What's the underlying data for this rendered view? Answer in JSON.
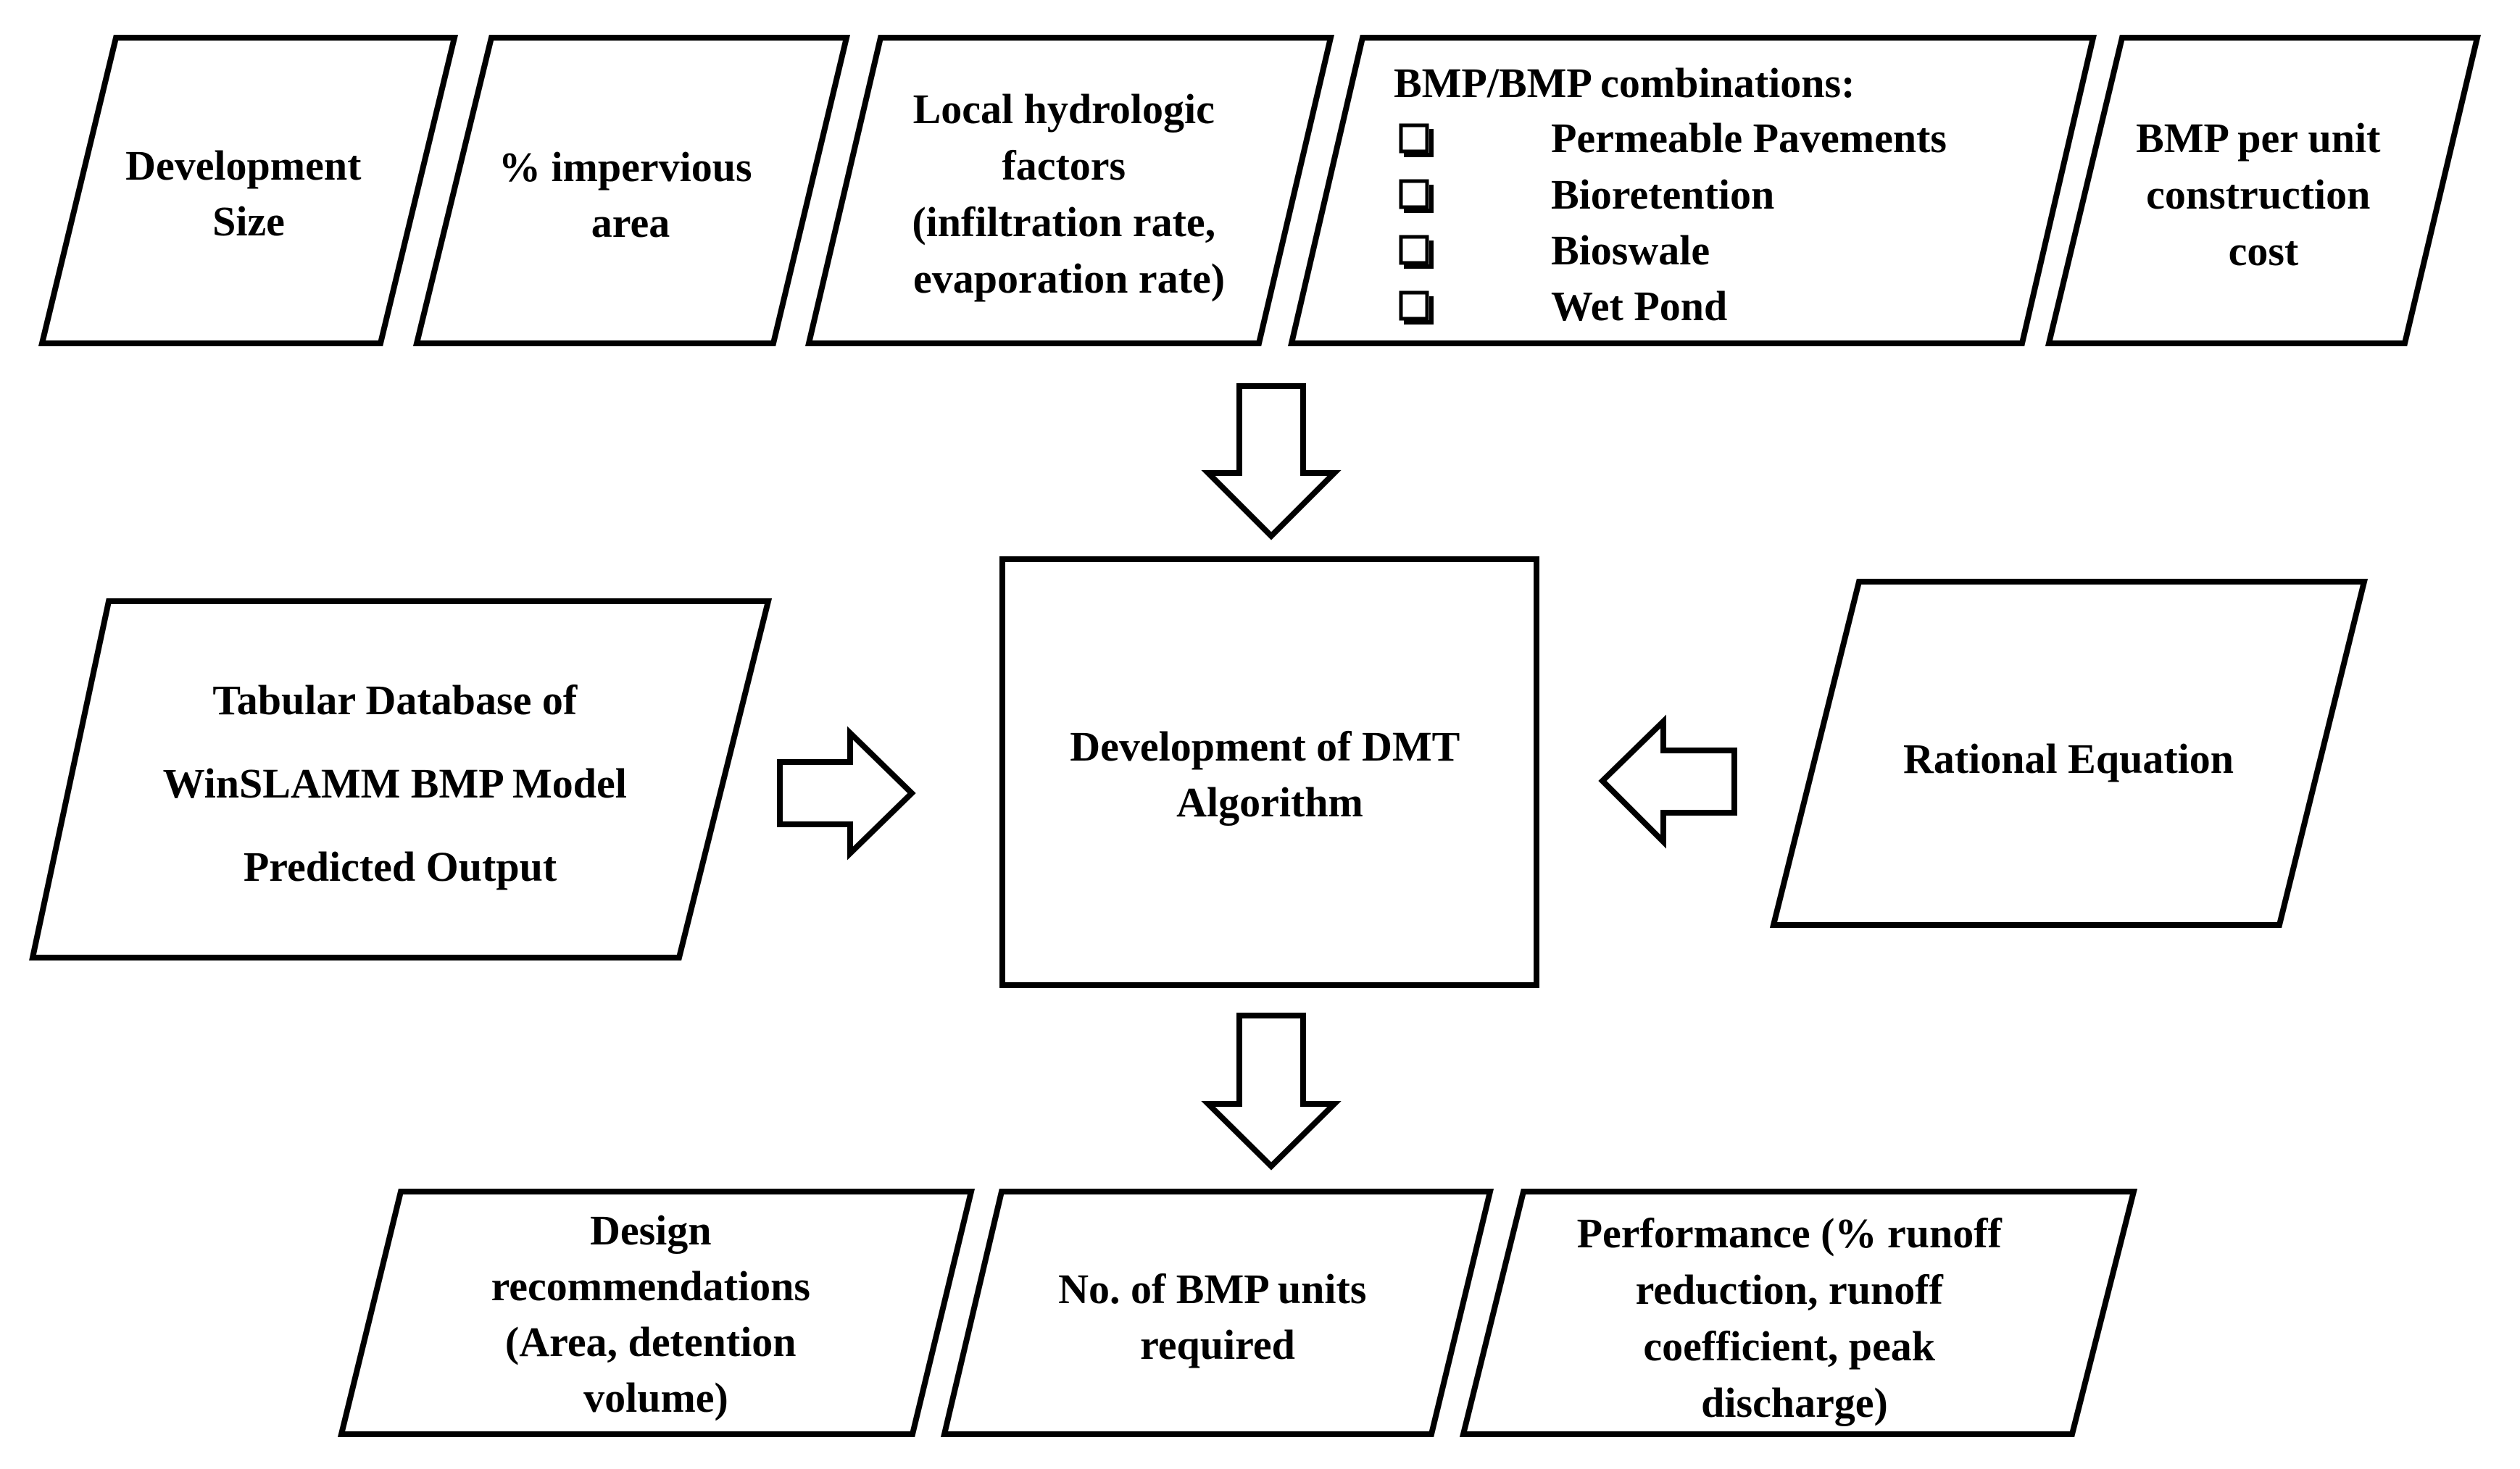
{
  "inputs": {
    "development_size": [
      "Development",
      "Size"
    ],
    "impervious_area": [
      "% impervious",
      "area"
    ],
    "hydrologic_factors": [
      "Local hydrologic",
      "factors",
      "(infiltration rate,",
      "evaporation rate)"
    ],
    "bmp_combinations": {
      "title": "BMP/BMP combinations:",
      "items": [
        "Permeable Pavements",
        "Bioretention",
        "Bioswale",
        "Wet Pond"
      ]
    },
    "bmp_cost": [
      "BMP per unit",
      "construction",
      "cost"
    ]
  },
  "side_inputs": {
    "tabular_database": [
      "Tabular Database of",
      "WinSLAMM BMP Model",
      "Predicted Output"
    ],
    "rational_equation": [
      "Rational Equation"
    ]
  },
  "process": {
    "dmt_algorithm": [
      "Development of DMT",
      "Algorithm"
    ]
  },
  "outputs": {
    "design_recommendations": [
      "Design",
      "recommendations",
      "(Area, detention",
      "volume)"
    ],
    "bmp_units": [
      "No. of BMP units",
      "required"
    ],
    "performance": [
      "Performance (% runoff",
      "reduction, runoff",
      "coefficient,  peak",
      "discharge)"
    ]
  }
}
